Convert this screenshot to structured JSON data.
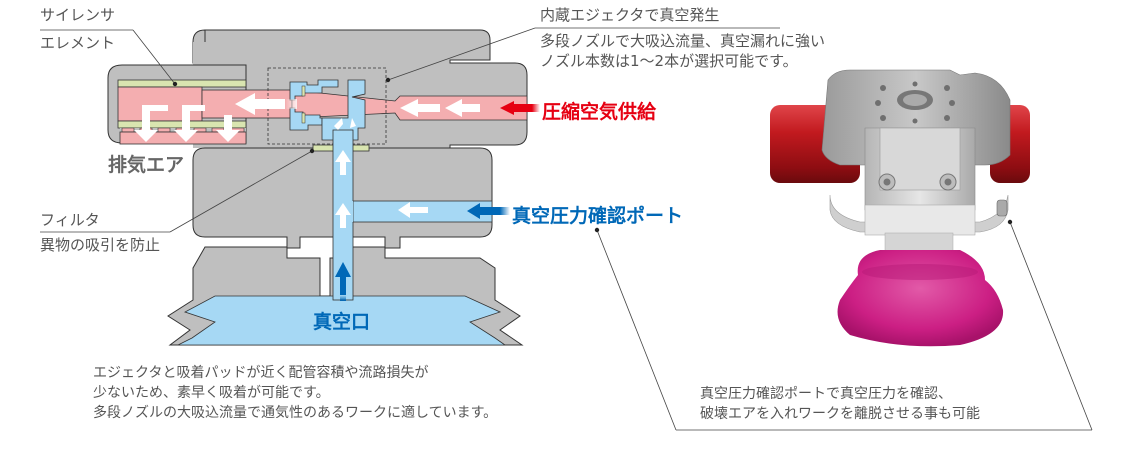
{
  "diagram": {
    "title": "Built-in ejector vacuum pad cross-section",
    "callouts": {
      "silencer_line1": "サイレンサ",
      "silencer_line2": "エレメント",
      "ejector_title": "内蔵エジェクタで真空発生",
      "ejector_desc_line1": "多段ノズルで大吸込流量、真空漏れに強い",
      "ejector_desc_line2": "ノズル本数は1〜2本が選択可能です。",
      "filter_title": "フィルタ",
      "filter_desc": "異物の吸引を防止"
    },
    "flow_labels": {
      "compressed_air": "圧縮空気供給",
      "exhaust_air": "排気エア",
      "vacuum_check_port": "真空圧力確認ポート",
      "vacuum_port": "真空口"
    },
    "description": {
      "line1": "エジェクタと吸着パッドが近く配管容積や流路損失が",
      "line2": "少ないため、素早く吸着が可能です。",
      "line3": "多段ノズルの大吸込流量で通気性のあるワークに適しています。"
    },
    "photo_note": {
      "line1": "真空圧力確認ポートで真空圧力を確認、",
      "line2": "破壊エアを入れワークを離脱させる事も可能"
    },
    "colors": {
      "body_gray": "#bfbfbf",
      "compressed_air_pink": "#f4aeb0",
      "vacuum_blue": "#a6d8f4",
      "filter_green": "#d9e5b0",
      "accent_red": "#e60012",
      "accent_blue": "#0068b7",
      "pad_magenta": "#d4208a",
      "handle_red": "#c21a1f"
    }
  }
}
